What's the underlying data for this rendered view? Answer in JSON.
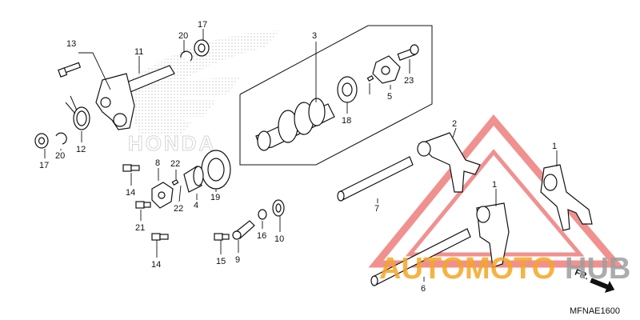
{
  "diagram": {
    "code": "MFNAE1600",
    "front_marker": "FR."
  },
  "watermark": {
    "brand_part1": "AUTOMOTO",
    "brand_part2": "HUB",
    "emblem_text": "HONDA",
    "color_primary": "#f5a623",
    "color_secondary": "#9e9e9e",
    "color_triangle": "#e53935"
  },
  "callouts": [
    "1",
    "1",
    "2",
    "3",
    "4",
    "5",
    "6",
    "7",
    "8",
    "9",
    "10",
    "11",
    "12",
    "13",
    "14",
    "14",
    "15",
    "16",
    "17",
    "17",
    "18",
    "19",
    "20",
    "20",
    "21",
    "22",
    "22",
    "23"
  ]
}
